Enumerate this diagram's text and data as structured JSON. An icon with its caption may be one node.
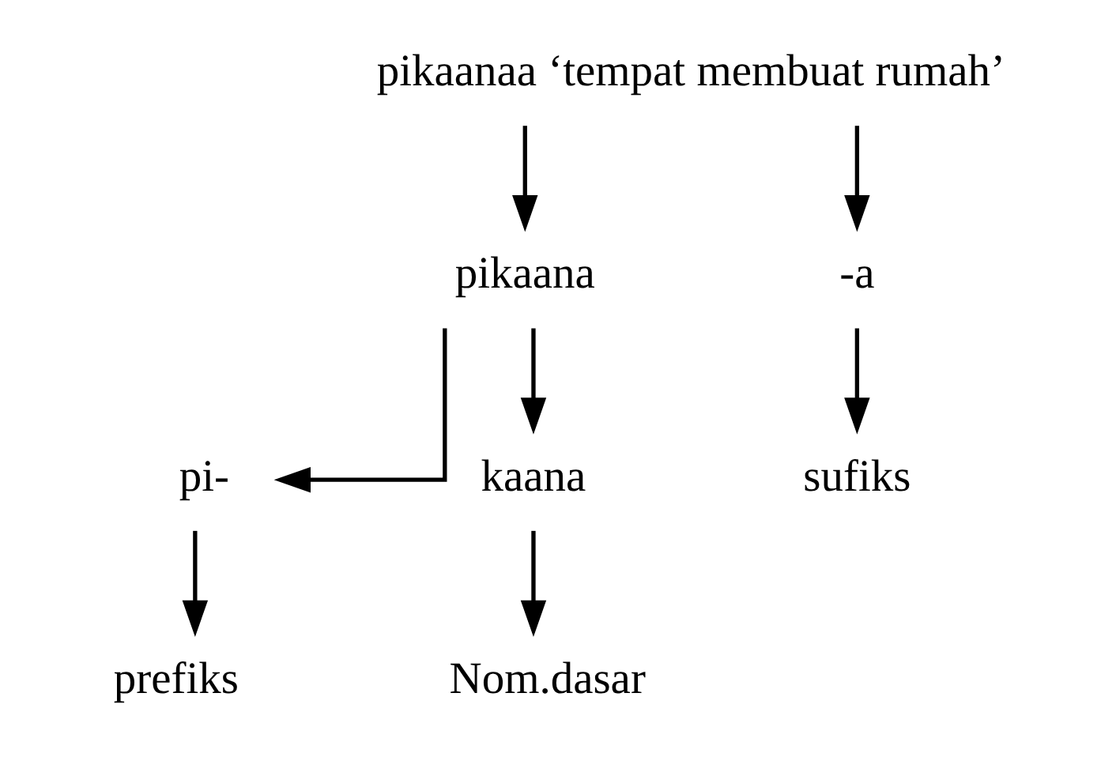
{
  "diagram": {
    "nodes": [
      {
        "text": [
          "pikaanaa ‘tempat membuat rumah’"
        ]
      },
      {
        "text": [
          "pikaana"
        ]
      },
      {
        "text": [
          "-a"
        ]
      },
      {
        "text": [
          "pi-"
        ]
      },
      {
        "text": [
          "kaana"
        ]
      },
      {
        "text": [
          "prefiks"
        ]
      },
      {
        "text": [
          "Nom.dasar"
        ]
      },
      {
        "text": [
          "sufiks"
        ]
      }
    ],
    "edges": [
      {
        "from": 0,
        "to": 1,
        "arrow": "to"
      },
      {
        "from": 0,
        "to": 2,
        "arrow": "to"
      },
      {
        "from": 1,
        "to": 3,
        "arrow": "to"
      },
      {
        "from": 1,
        "to": 4,
        "arrow": "to"
      },
      {
        "from": 3,
        "to": 5,
        "arrow": "to"
      },
      {
        "from": 4,
        "to": 6,
        "arrow": "to"
      },
      {
        "from": 2,
        "to": 7,
        "arrow": "to"
      }
    ]
  }
}
